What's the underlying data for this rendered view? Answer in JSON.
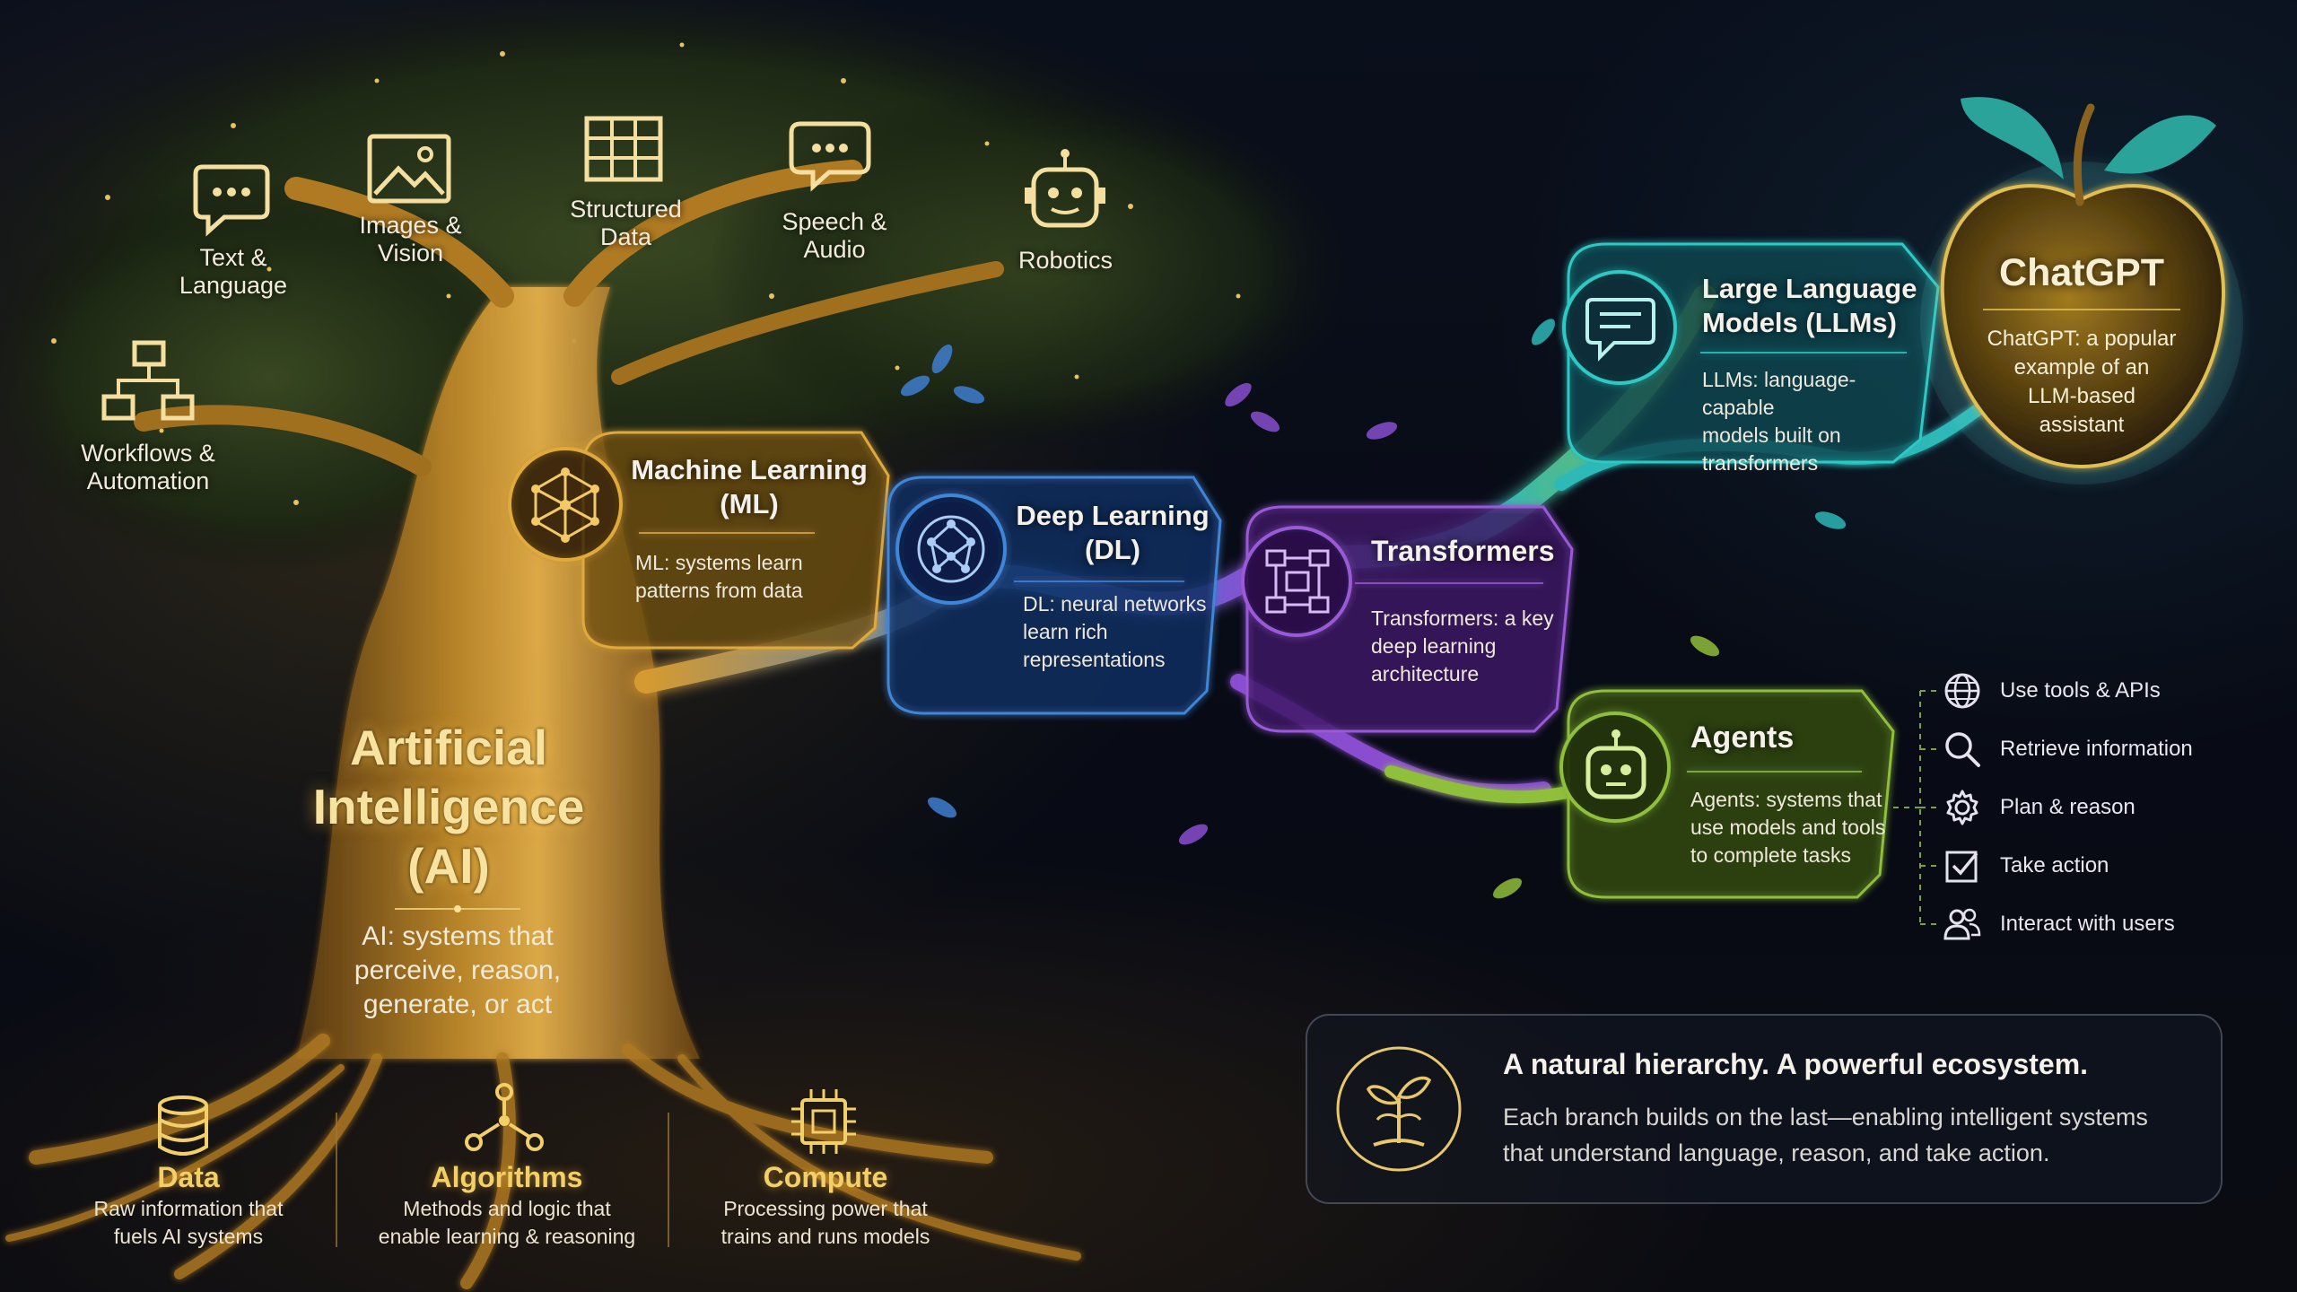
{
  "domains": [
    {
      "line1": "Text &",
      "line2": "Language",
      "icon": "chat-bubble-icon"
    },
    {
      "line1": "Images &",
      "line2": "Vision",
      "icon": "image-icon"
    },
    {
      "line1": "Structured",
      "line2": "Data",
      "icon": "table-icon"
    },
    {
      "line1": "Speech &",
      "line2": "Audio",
      "icon": "speech-icon"
    },
    {
      "line1": "Robotics",
      "line2": "",
      "icon": "robot-icon"
    },
    {
      "line1": "Workflows &",
      "line2": "Automation",
      "icon": "workflow-icon"
    }
  ],
  "ai": {
    "title_line1": "Artificial",
    "title_line2": "Intelligence",
    "title_line3": "(AI)",
    "desc_line1": "AI: systems that",
    "desc_line2": "perceive, reason,",
    "desc_line3": "generate, or act"
  },
  "branches": {
    "ml": {
      "title_line1": "Machine Learning",
      "title_line2": "(ML)",
      "desc_line1": "ML: systems learn",
      "desc_line2": "patterns from data",
      "color": "#e0a93a"
    },
    "dl": {
      "title_line1": "Deep Learning",
      "title_line2": "(DL)",
      "desc_line1": "DL: neural networks",
      "desc_line2": "learn rich",
      "desc_line3": "representations",
      "color": "#3f86d8"
    },
    "transformers": {
      "title": "Transformers",
      "desc_line1": "Transformers: a key",
      "desc_line2": "deep learning",
      "desc_line3": "architecture",
      "color": "#9a5ad8"
    },
    "llm": {
      "title_line1": "Large Language",
      "title_line2": "Models (LLMs)",
      "desc_line1": "LLMs: language-capable",
      "desc_line2": "models built on",
      "desc_line3": "transformers",
      "color": "#2fc9c4"
    },
    "agents": {
      "title": "Agents",
      "desc_line1": "Agents: systems that",
      "desc_line2": "use models and tools",
      "desc_line3": "to complete tasks",
      "color": "#8fbf3a"
    },
    "chatgpt": {
      "title": "ChatGPT",
      "desc_line1": "ChatGPT: a popular",
      "desc_line2": "example of an",
      "desc_line3": "LLM-based",
      "desc_line4": "assistant",
      "color": "#d8b23c"
    }
  },
  "agent_tools": [
    {
      "label": "Use tools & APIs",
      "icon": "globe-icon"
    },
    {
      "label": "Retrieve information",
      "icon": "search-icon"
    },
    {
      "label": "Plan & reason",
      "icon": "gear-icon"
    },
    {
      "label": "Take action",
      "icon": "checkbox-icon"
    },
    {
      "label": "Interact with users",
      "icon": "users-icon"
    }
  ],
  "roots": [
    {
      "title": "Data",
      "desc_line1": "Raw information that",
      "desc_line2": "fuels AI systems",
      "icon": "database-icon"
    },
    {
      "title": "Algorithms",
      "desc_line1": "Methods and logic that",
      "desc_line2": "enable learning & reasoning",
      "icon": "network-nodes-icon"
    },
    {
      "title": "Compute",
      "desc_line1": "Processing power that",
      "desc_line2": "trains and runs models",
      "icon": "chip-icon"
    }
  ],
  "summary": {
    "title": "A natural hierarchy. A powerful ecosystem.",
    "desc_line1": "Each branch builds on the last—enabling intelligent systems",
    "desc_line2": "that understand language, reason, and take action.",
    "icon": "sprout-icon"
  }
}
